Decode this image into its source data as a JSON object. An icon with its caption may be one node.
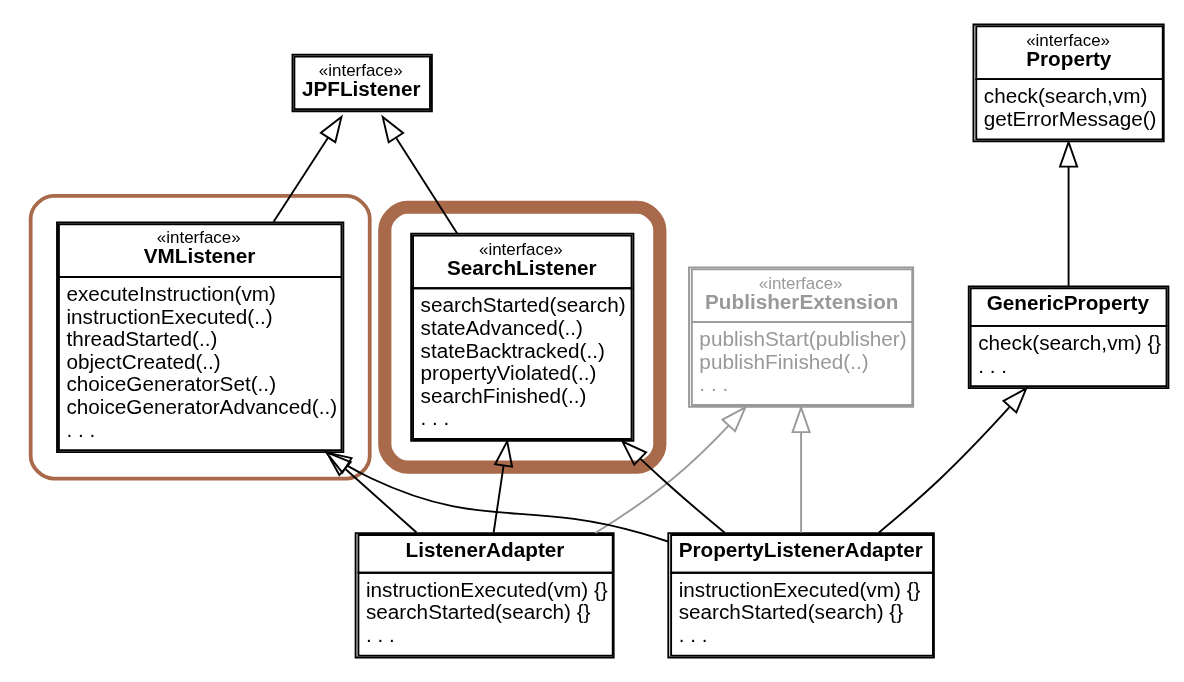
{
  "diagram": {
    "nodes": [
      {
        "text": [
          "«interface»",
          "JPFListener"
        ]
      },
      {
        "text": [],
        "shape": "box"
      },
      {
        "text": [
          "«interface»",
          "VMListener",
          "executeInstruction(vm)",
          "instructionExecuted(..)",
          "threadStarted(..)",
          "objectCreated(..)",
          "choiceGeneratorSet(..)",
          "choiceGeneratorAdvanced(..)",
          ". . ."
        ],
        "in": 1
      },
      {
        "text": [],
        "shape": "box"
      },
      {
        "text": [
          "«interface»",
          "SearchListener",
          "searchStarted(search)",
          "stateAdvanced(..)",
          "stateBacktracked(..)",
          "propertyViolated(..)",
          "searchFinished(..)",
          ". . ."
        ],
        "in": 3
      },
      {
        "text": [
          "«interface»",
          "PublisherExtension",
          "publishStart(publisher)",
          "publishFinished(..)",
          ". . ."
        ]
      },
      {
        "text": [
          "«interface»",
          "Property",
          "check(search,vm)",
          "getErrorMessage()"
        ]
      },
      {
        "text": [
          "GenericProperty",
          "check(search,vm) {}",
          ". . ."
        ]
      },
      {
        "text": [
          "ListenerAdapter",
          "instructionExecuted(vm) {}",
          "searchStarted(search) {}",
          ". . ."
        ]
      },
      {
        "text": [
          "PropertyListenerAdapter",
          "instructionExecuted(vm) {}",
          "searchStarted(search) {}",
          ". . ."
        ]
      }
    ],
    "edges": [
      {
        "from": 2,
        "to": 0,
        "arrow": "to"
      },
      {
        "from": 4,
        "to": 0,
        "arrow": "to"
      },
      {
        "from": 8,
        "to": 2,
        "arrow": "to"
      },
      {
        "from": 8,
        "to": 4,
        "arrow": "to"
      },
      {
        "from": 8,
        "to": 5,
        "arrow": "to",
        "color": "#999999"
      },
      {
        "from": 9,
        "to": 2,
        "arrow": "to"
      },
      {
        "from": 9,
        "to": 4,
        "arrow": "to"
      },
      {
        "from": 9,
        "to": 5,
        "arrow": "to",
        "color": "#999999"
      },
      {
        "from": 7,
        "to": 6,
        "arrow": "to"
      },
      {
        "from": 9,
        "to": 7,
        "arrow": "to"
      }
    ]
  }
}
